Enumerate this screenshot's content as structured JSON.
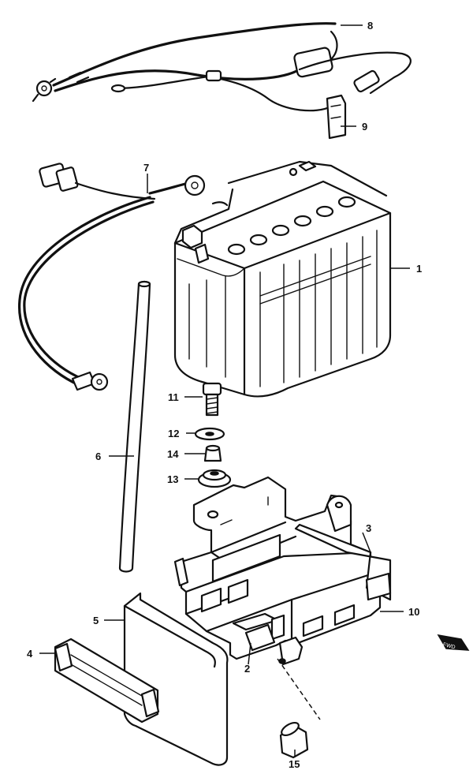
{
  "diagram": {
    "callouts": [
      {
        "id": "1",
        "label": "1"
      },
      {
        "id": "2",
        "label": "2"
      },
      {
        "id": "3",
        "label": "3"
      },
      {
        "id": "4",
        "label": "4"
      },
      {
        "id": "5",
        "label": "5"
      },
      {
        "id": "6",
        "label": "6"
      },
      {
        "id": "7",
        "label": "7"
      },
      {
        "id": "8",
        "label": "8"
      },
      {
        "id": "9",
        "label": "9"
      },
      {
        "id": "10",
        "label": "10"
      },
      {
        "id": "11",
        "label": "11"
      },
      {
        "id": "12",
        "label": "12"
      },
      {
        "id": "13",
        "label": "13"
      },
      {
        "id": "14",
        "label": "14"
      },
      {
        "id": "15",
        "label": "15"
      }
    ],
    "corner_badge": "FWD"
  }
}
